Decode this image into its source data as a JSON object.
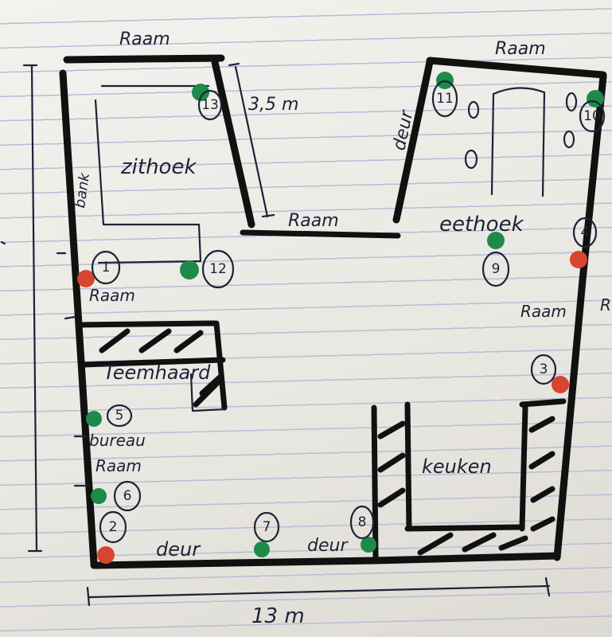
{
  "labels": {
    "window_top_left": "Raam",
    "window_top_right": "Raam",
    "window_middle": "Raam",
    "window_left_upper": "Raam",
    "window_left_lower": "Raam",
    "window_right": "Raam",
    "window_right_cut": "R",
    "door_top": "deur",
    "door_bottom_1": "deur",
    "door_bottom_2": "deur",
    "bench": "bank",
    "seating_area": "zithoek",
    "dining_area": "eethoek",
    "fireplace": "Teemhaard",
    "office": "bureau",
    "kitchen": "keuken",
    "measure_vertical": "3,5 m",
    "measure_horizontal": "13 m"
  },
  "markers": [
    {
      "id": "1",
      "color": "red"
    },
    {
      "id": "2",
      "color": "red"
    },
    {
      "id": "3",
      "color": "red"
    },
    {
      "id": "4",
      "color": "red"
    },
    {
      "id": "5",
      "color": "green"
    },
    {
      "id": "6",
      "color": "green"
    },
    {
      "id": "7",
      "color": "green"
    },
    {
      "id": "8",
      "color": "green"
    },
    {
      "id": "9",
      "color": "green"
    },
    {
      "id": "10",
      "color": "green"
    },
    {
      "id": "11",
      "color": "green"
    },
    {
      "id": "12",
      "color": "green"
    },
    {
      "id": "13",
      "color": "green"
    }
  ],
  "colors": {
    "marker_green": "#1e8a4a",
    "marker_red": "#d8452f",
    "ink": "#1d2237",
    "wall": "#111111"
  }
}
